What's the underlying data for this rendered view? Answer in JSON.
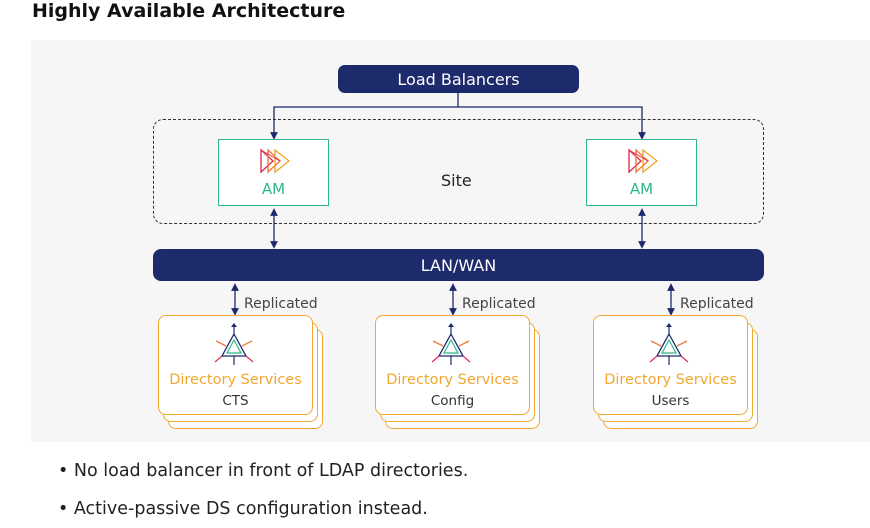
{
  "title": "Highly Available Architecture",
  "load_balancers": "Load Balancers",
  "site": "Site",
  "am_nodes": [
    {
      "label": "AM",
      "icon": "am-logo-icon"
    },
    {
      "label": "AM",
      "icon": "am-logo-icon"
    }
  ],
  "network": "LAN/WAN",
  "replicated_label": "Replicated",
  "directory_services": [
    {
      "name": "Directory Services",
      "role": "CTS"
    },
    {
      "name": "Directory Services",
      "role": "Config"
    },
    {
      "name": "Directory Services",
      "role": "Users"
    }
  ],
  "bullets": [
    "No load balancer in front of LDAP directories.",
    "Active-passive DS configuration instead."
  ],
  "colors": {
    "navy": "#1d2a6b",
    "am_green": "#2fb88a",
    "ds_orange": "#f0a830"
  }
}
